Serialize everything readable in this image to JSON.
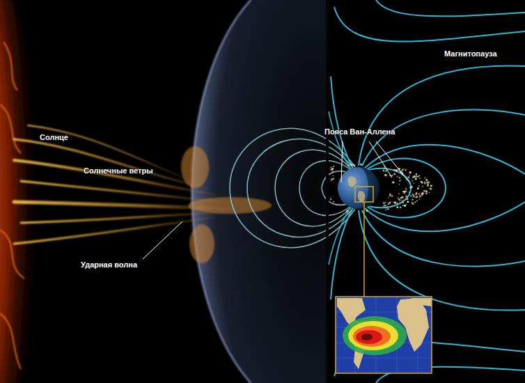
{
  "diagram": {
    "labels": [
      "Солнце",
      "Солнечные ветры",
      "Ударная волна",
      "Пояса Ван-Аллена",
      "Магнитопауза"
    ]
  }
}
